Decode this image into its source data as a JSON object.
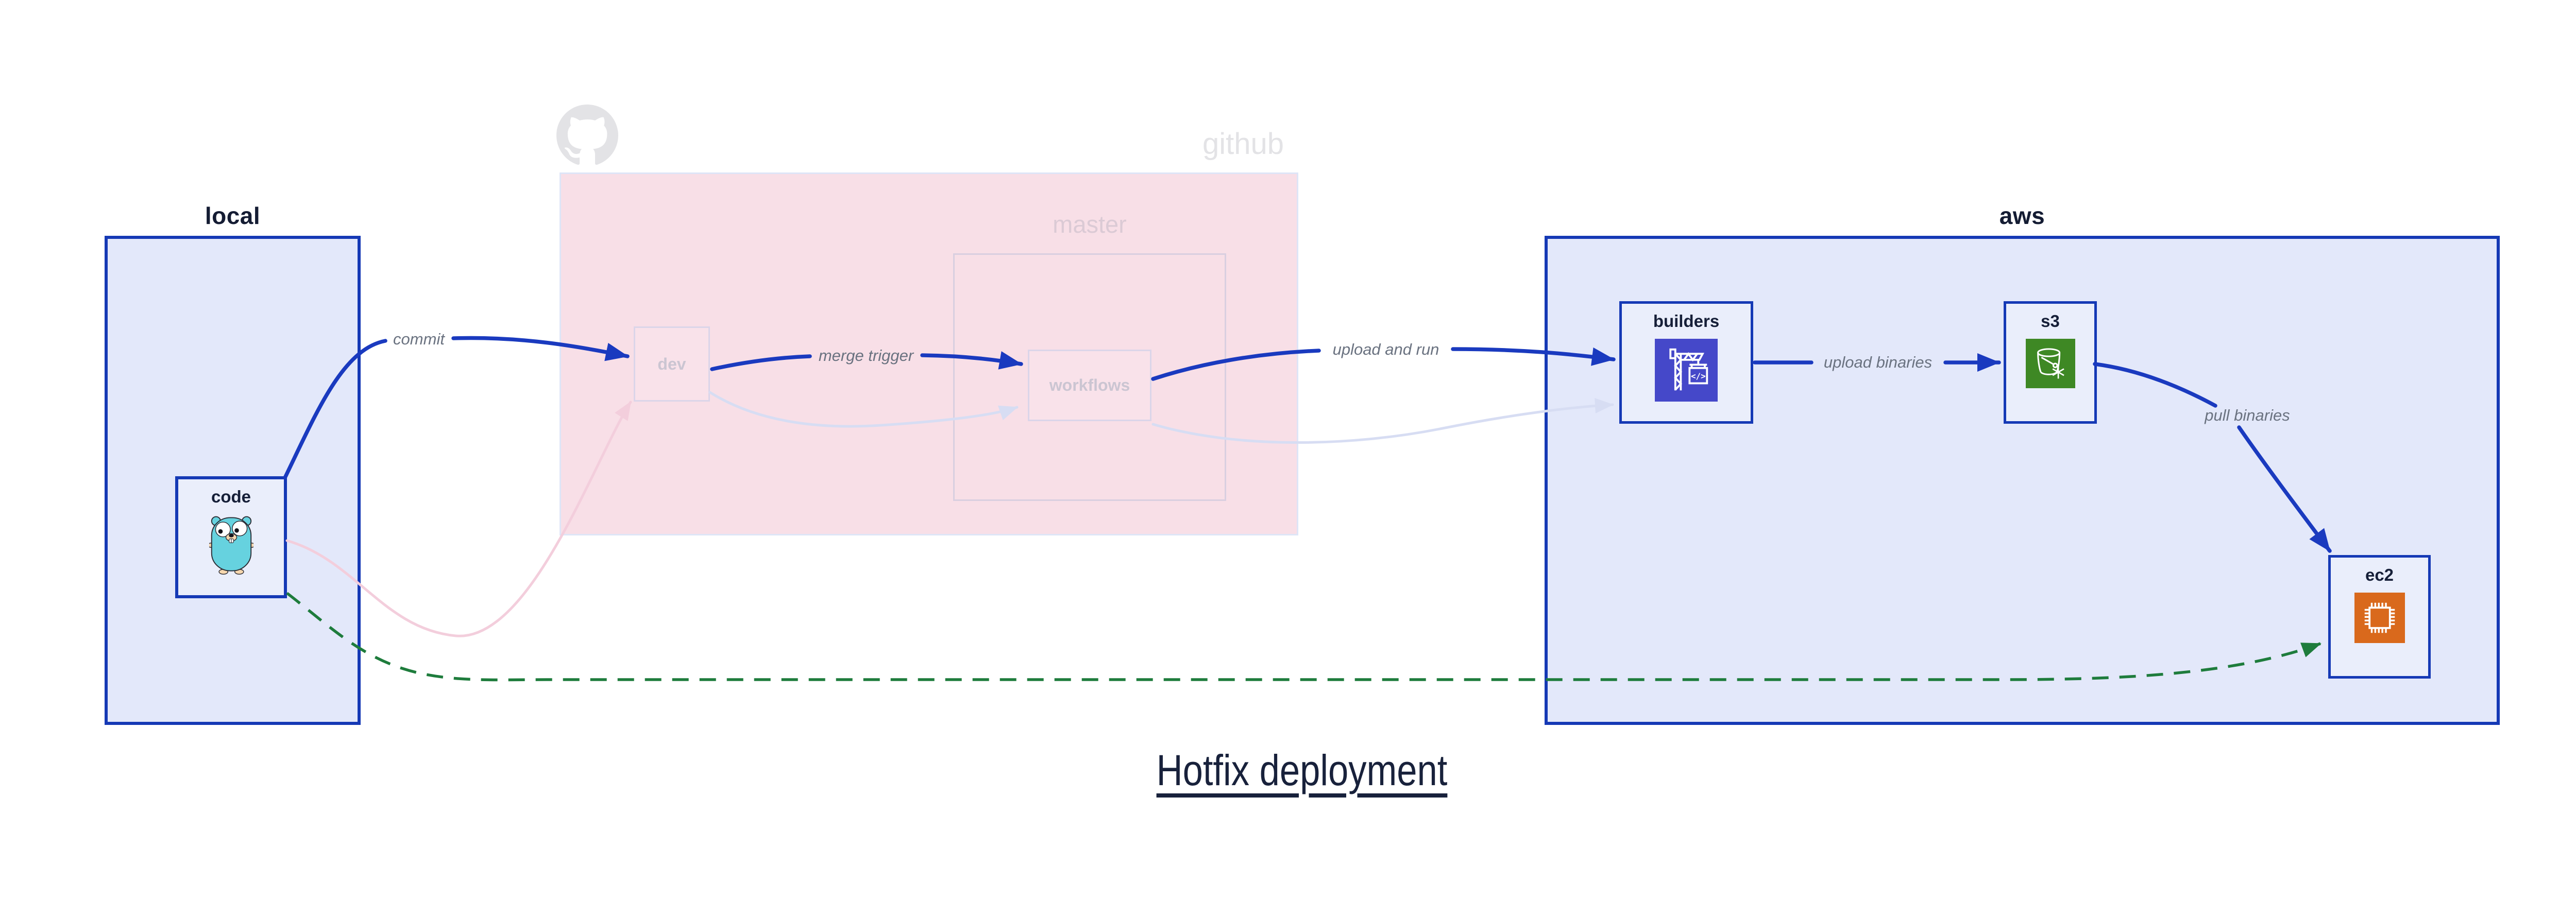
{
  "title": {
    "text": "Hotfix deployment"
  },
  "groups": {
    "local": {
      "label": "local"
    },
    "github": {
      "label": "github",
      "branch_label": "master",
      "faded": true
    },
    "aws": {
      "label": "aws"
    }
  },
  "nodes": {
    "code": {
      "label": "code",
      "icon": "go-gopher-icon",
      "group": "local"
    },
    "dev": {
      "label": "dev",
      "group": "github",
      "faded": true
    },
    "workflows": {
      "label": "workflows",
      "group": "github/master",
      "faded": true
    },
    "builders": {
      "label": "builders",
      "icon": "codebuild-crane-icon",
      "group": "aws"
    },
    "s3": {
      "label": "s3",
      "icon": "s3-glacier-bucket-icon",
      "group": "aws"
    },
    "ec2": {
      "label": "ec2",
      "icon": "cpu-chip-icon",
      "group": "aws"
    }
  },
  "edges": {
    "commit": {
      "label": "commit",
      "from": "code",
      "to": "dev",
      "style": "solid-blue"
    },
    "merge_trigger": {
      "label": "merge trigger",
      "from": "dev",
      "to": "workflows",
      "style": "solid-blue"
    },
    "upload_and_run": {
      "label": "upload and run",
      "from": "workflows",
      "to": "builders",
      "style": "solid-blue"
    },
    "upload_binaries": {
      "label": "upload binaries",
      "from": "builders",
      "to": "s3",
      "style": "solid-blue"
    },
    "pull_binaries": {
      "label": "pull binaries",
      "from": "s3",
      "to": "ec2",
      "style": "solid-blue"
    },
    "hotfix_path": {
      "label": "",
      "from": "code",
      "to": "ec2",
      "style": "dashed-green"
    },
    "faded_commit": {
      "label": "",
      "from": "code",
      "to": "dev",
      "style": "faded-pink"
    },
    "faded_merge": {
      "label": "",
      "from": "dev",
      "to": "workflows",
      "style": "faded-lavender"
    },
    "faded_upload": {
      "label": "",
      "from": "workflows",
      "to": "builders",
      "style": "faded-lavender"
    }
  },
  "icons": {
    "github_logo": "octocat-mark",
    "code": "go-gopher",
    "builders": "codebuild-crane",
    "s3": "bucket-with-snowflake",
    "ec2": "cpu-chip"
  },
  "colors": {
    "accent_blue": "#1539B5",
    "arrow_blue": "#1A3ABF",
    "group_fill_blue": "#E3E8FA",
    "node_fill_blue": "#EAEEFB",
    "github_fill_pink": "#F8DFE7",
    "faded_border": "#DBD5E9",
    "faded_text": "#CBC5D2",
    "faded_logo_gray": "#E3E3E6",
    "edge_label_gray": "#6A7280",
    "hotfix_green": "#1E7C3C",
    "faded_pink_edge": "#F3CEDC",
    "faded_lavender_edge": "#D7DDF3",
    "codebuild_indigo": "#4548C9",
    "s3_green": "#3E8824",
    "ec2_orange": "#D9691C",
    "title_navy": "#18213B"
  }
}
